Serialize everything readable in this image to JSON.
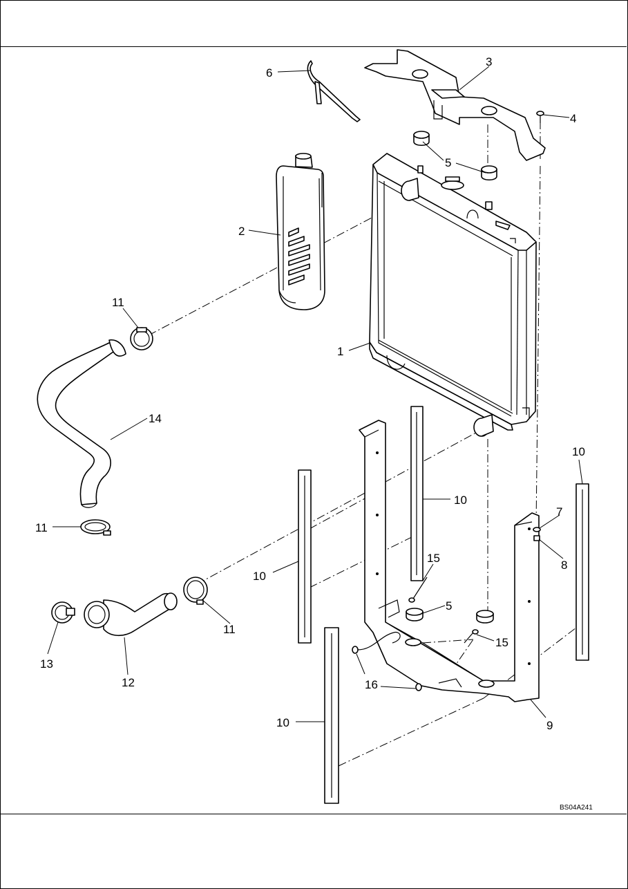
{
  "figure": {
    "reference": "BS04A241"
  },
  "parts": [
    {
      "key": "radiator",
      "number": "1"
    },
    {
      "key": "expansion-tank",
      "number": "2"
    },
    {
      "key": "upper-bracket",
      "number": "3"
    },
    {
      "key": "bolt",
      "number": "4"
    },
    {
      "key": "rubber-mount",
      "number": "5"
    },
    {
      "key": "overflow-hose",
      "number": "6"
    },
    {
      "key": "washer",
      "number": "7"
    },
    {
      "key": "nut",
      "number": "8"
    },
    {
      "key": "lower-frame",
      "number": "9"
    },
    {
      "key": "seal-strip",
      "number": "10"
    },
    {
      "key": "hose-clamp",
      "number": "11"
    },
    {
      "key": "lower-hose",
      "number": "12"
    },
    {
      "key": "clamp",
      "number": "13"
    },
    {
      "key": "upper-hose",
      "number": "14"
    },
    {
      "key": "pin",
      "number": "15"
    },
    {
      "key": "grommet",
      "number": "16"
    }
  ]
}
